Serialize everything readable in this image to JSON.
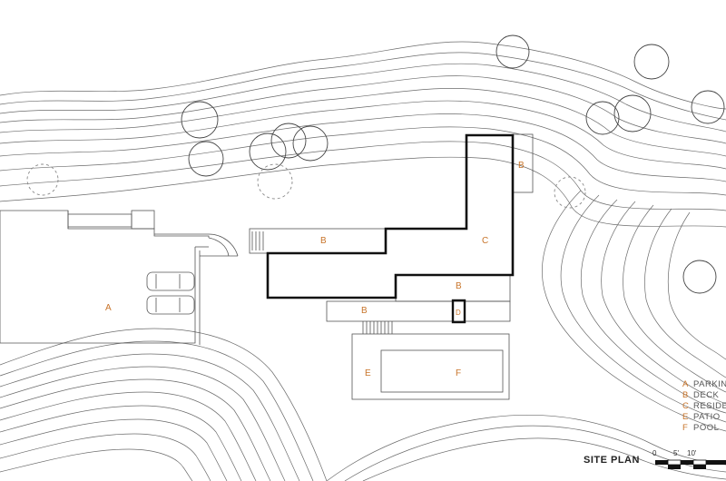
{
  "zones": {
    "parking": "A",
    "deck_top": "B",
    "deck_mid": "B",
    "deck_low": "B",
    "deck_side": "B",
    "residence": "C",
    "small_box": "D",
    "patio": "E",
    "pool": "F"
  },
  "legend": [
    {
      "letter": "A",
      "label": "PARKING"
    },
    {
      "letter": "B",
      "label": "DECK"
    },
    {
      "letter": "C",
      "label": "RESIDENCE"
    },
    {
      "letter": "E",
      "label": "PATIO"
    },
    {
      "letter": "F",
      "label": "POOL"
    }
  ],
  "title": "SITE PLAN",
  "scale": {
    "labels": [
      "0",
      "5'",
      "10'"
    ]
  },
  "colors": {
    "accent": "#c8742a",
    "line": "#555555",
    "building": "#111111"
  }
}
